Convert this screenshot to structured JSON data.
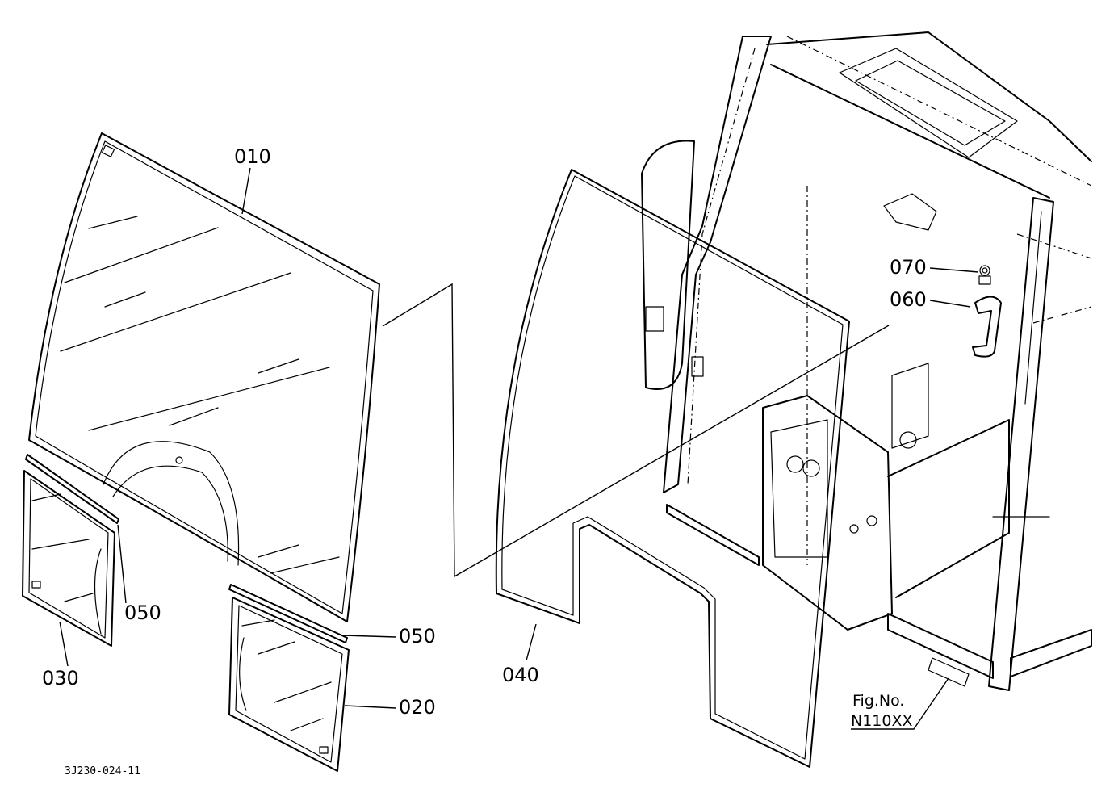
{
  "callouts": {
    "c010": "010",
    "c020": "020",
    "c030": "030",
    "c040": "040",
    "c050a": "050",
    "c050b": "050",
    "c060": "060",
    "c070": "070"
  },
  "figure": {
    "label": "Fig.No.",
    "number": "N110XX"
  },
  "drawing_code": "3J230-024-11"
}
